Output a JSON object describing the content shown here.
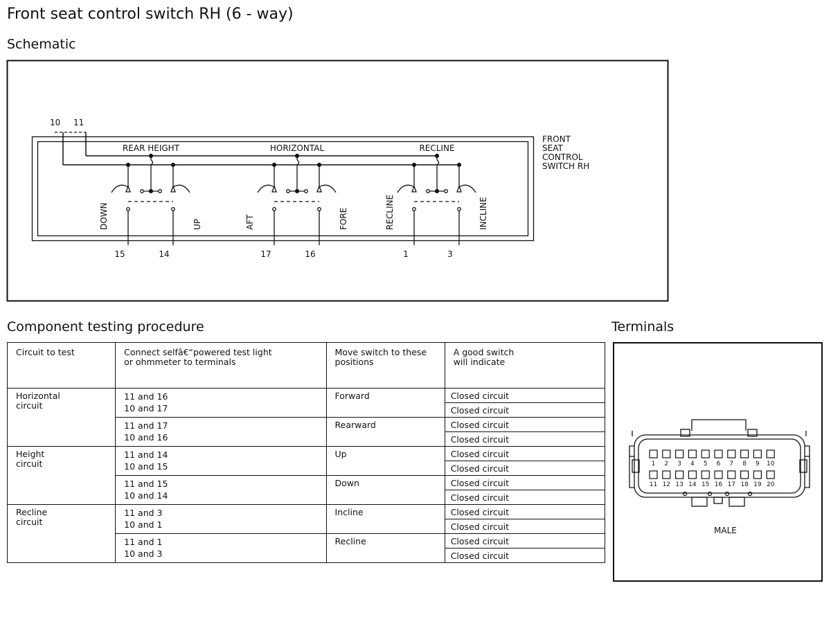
{
  "title": "Front seat control switch RH (6 - way)",
  "schematic": {
    "heading": "Schematic",
    "wire_labels": [
      "10",
      "11"
    ],
    "block_label": "FRONT\nSEAT\nCONTROL\nSWITCH RH",
    "groups": [
      {
        "name": "REAR HEIGHT",
        "left_label": "DOWN",
        "right_label": "UP",
        "left_pin": "15",
        "right_pin": "14"
      },
      {
        "name": "HORIZONTAL",
        "left_label": "AFT",
        "right_label": "FORE",
        "left_pin": "17",
        "right_pin": "16"
      },
      {
        "name": "RECLINE",
        "left_label": "RECLINE",
        "right_label": "INCLINE",
        "left_pin": "1",
        "right_pin": "3"
      }
    ]
  },
  "testing": {
    "heading": "Component testing procedure",
    "headers": [
      "Circuit to test",
      "Connect selfâ€“powered test light\nor ohmmeter to terminals",
      "Move switch to these\npositions",
      "A good switch\nwill indicate"
    ],
    "circuits": [
      {
        "name": "Horizontal\ncircuit",
        "rows": [
          {
            "terminals": "11 and 16\n10 and 17",
            "position": "Forward",
            "results": [
              "Closed circuit",
              "Closed circuit"
            ]
          },
          {
            "terminals": "11 and 17\n10 and 16",
            "position": "Rearward",
            "results": [
              "Closed circuit",
              "Closed circuit"
            ]
          }
        ]
      },
      {
        "name": "Height\ncircuit",
        "rows": [
          {
            "terminals": "11 and 14\n10 and 15",
            "position": "Up",
            "results": [
              "Closed circuit",
              "Closed circuit"
            ]
          },
          {
            "terminals": "11 and 15\n10 and 14",
            "position": "Down",
            "results": [
              "Closed circuit",
              "Closed circuit"
            ]
          }
        ]
      },
      {
        "name": "Recline\ncircuit",
        "rows": [
          {
            "terminals": "11 and 3\n10 and 1",
            "position": "Incline",
            "results": [
              "Closed circuit",
              "Closed circuit"
            ]
          },
          {
            "terminals": "11 and 1\n10 and 3",
            "position": "Recline",
            "results": [
              "Closed circuit",
              "Closed circuit"
            ]
          }
        ]
      }
    ]
  },
  "terminals": {
    "heading": "Terminals",
    "connector_label": "MALE",
    "top_row_pins": [
      "1",
      "2",
      "3",
      "4",
      "5",
      "6",
      "7",
      "8",
      "9",
      "10"
    ],
    "bottom_row_pins": [
      "11",
      "12",
      "13",
      "14",
      "15",
      "16",
      "17",
      "18",
      "19",
      "20"
    ]
  }
}
